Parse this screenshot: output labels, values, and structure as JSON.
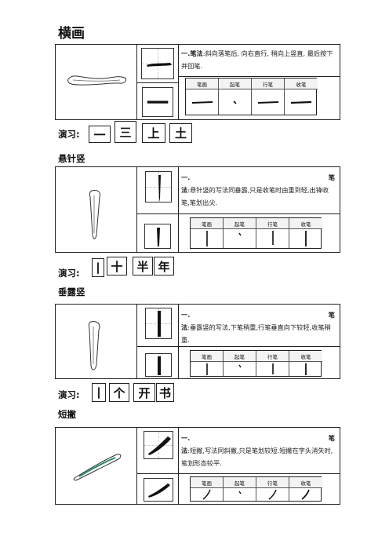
{
  "sections": [
    {
      "title": "横画",
      "number": "一.",
      "method_label": "笔法",
      "method_text": ":斜向落笔后, 向右直行, 稍向上竖直, 最后按下并回笔.",
      "stages": [
        "笔画",
        "起笔",
        "行笔",
        "收笔"
      ],
      "glyph": "一",
      "practice_label": "演习:",
      "practice": [
        "一",
        "三",
        "上",
        "土"
      ]
    },
    {
      "title": "悬针竖",
      "number": "一.",
      "method_tail": "笔",
      "method_label": "法",
      "method_text": ":悬针竖的写法同垂露,只是收笔时由重到轻,出锋收笔,笔划出尖.",
      "stages": [
        "笔画",
        "起笔",
        "行笔",
        "收笔"
      ],
      "glyph": "丨",
      "practice_label": "演习:",
      "practice": [
        "丨",
        "十",
        "半",
        "年"
      ]
    },
    {
      "title": "垂露竖",
      "number": "一.",
      "method_tail": "笔",
      "method_label": "法",
      "method_text": ":垂露竖的写法,下笔稍重,行笔垂直向下较轻,收笔稍重.",
      "stages": [
        "笔画",
        "起笔",
        "行笔",
        "收笔"
      ],
      "glyph": "丨",
      "practice_label": "演习:",
      "practice": [
        "丨",
        "个",
        "开",
        "书"
      ]
    },
    {
      "title": "短撇",
      "number": "一.",
      "method_tail": "笔",
      "method_label": "法",
      "method_text": ":短撇,写法同斜撇,只是笔划较短.短撇在字头消失时,笔划形态较平.",
      "stages": [
        "笔画",
        "起笔",
        "行笔",
        "收笔"
      ],
      "glyph": "丿"
    }
  ]
}
